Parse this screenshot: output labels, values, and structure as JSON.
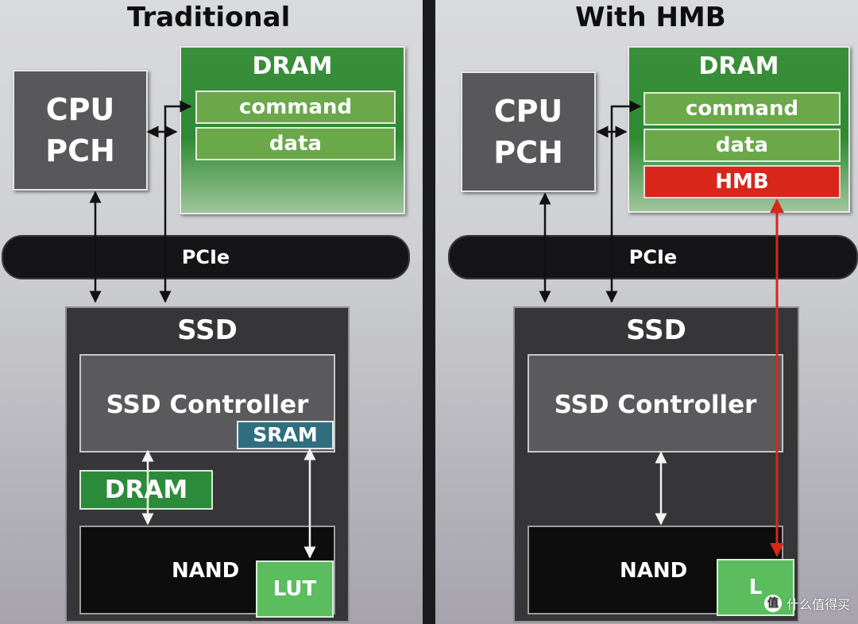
{
  "left": {
    "title": "Traditional",
    "cpu_lines": [
      "CPU",
      "PCH"
    ],
    "host_dram": {
      "title": "DRAM",
      "rows": [
        "command",
        "data"
      ]
    },
    "bus": "PCIe",
    "ssd": {
      "title": "SSD",
      "controller": "SSD Controller",
      "sram": "SRAM",
      "dram": "DRAM",
      "nand": "NAND",
      "lut": "LUT"
    }
  },
  "right": {
    "title": "With HMB",
    "cpu_lines": [
      "CPU",
      "PCH"
    ],
    "host_dram": {
      "title": "DRAM",
      "rows": [
        "command",
        "data",
        "HMB"
      ]
    },
    "bus": "PCIe",
    "ssd": {
      "title": "SSD",
      "controller": "SSD Controller",
      "nand": "NAND",
      "lut": "L"
    }
  },
  "watermark": {
    "text": "什么值得买",
    "icon_char": "值"
  },
  "colors": {
    "dram_green": "#2f8a32",
    "row_green": "#6aa84a",
    "hmb_red": "#d8261a",
    "sram_teal": "#2f6e7f",
    "lut_green": "#5bbd5e",
    "hmb_arrow": "#d8261a"
  }
}
